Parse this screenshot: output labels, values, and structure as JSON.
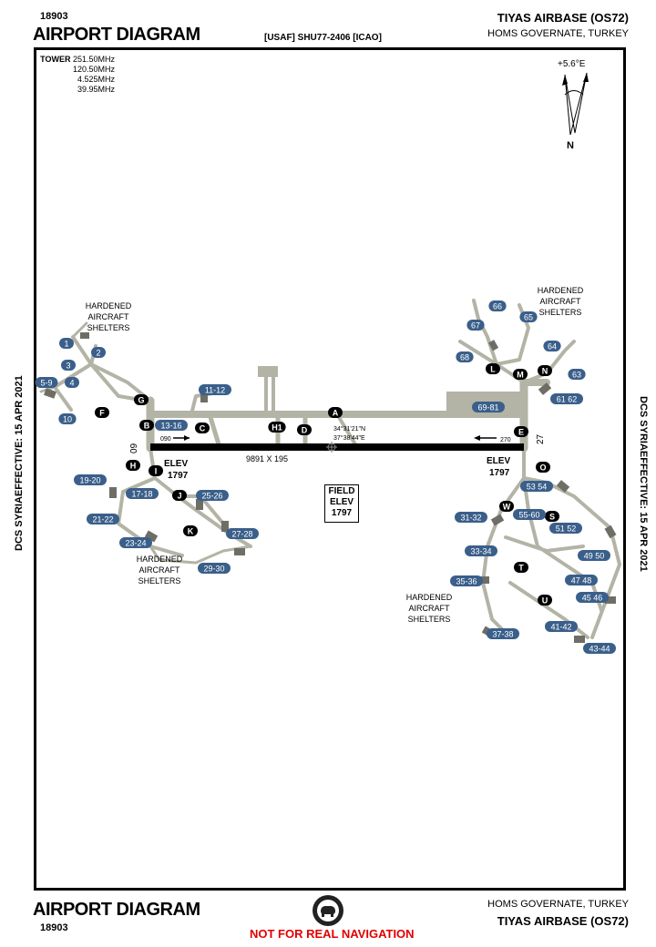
{
  "header": {
    "procedure_number": "18903",
    "title": "AIRPORT DIAGRAM",
    "ident_line": "[USAF] SHU77-2406 [ICAO]",
    "airport_name": "TIYAS AIRBASE (OS72)",
    "location": "HOMS GOVERNATE, TURKEY"
  },
  "footer": {
    "procedure_number": "18903",
    "title": "AIRPORT DIAGRAM",
    "location": "HOMS GOVERNATE, TURKEY",
    "airport_name": "TIYAS AIRBASE (OS72)",
    "warning": "NOT FOR REAL NAVIGATION"
  },
  "side_labels": {
    "left": "DCS SYRIAEFFECTIVE: 15 APR 2021",
    "right": "DCS SYRIAEFFECTIVE: 15 APR 2021"
  },
  "tower": {
    "label": "TOWER",
    "frequencies": [
      "251.50MHz",
      "120.50MHz",
      "4.525MHz",
      "39.95MHz"
    ]
  },
  "north_arrow": {
    "variation": "+5.6°E",
    "north_label": "N"
  },
  "runway": {
    "dimensions": "9891 X 195",
    "end_west_number": "09",
    "end_east_number": "27",
    "heading_west": "090",
    "heading_east": "270",
    "elev_label": "ELEV",
    "elev_west": "1797",
    "elev_east": "1797",
    "coords_lat": "34°31'21\"N",
    "coords_lon": "37°38'44\"E"
  },
  "field_elev": {
    "line1": "FIELD",
    "line2": "ELEV",
    "value": "1797"
  },
  "shelter_labels": [
    [
      "HARDENED",
      "AIRCRAFT",
      "SHELTERS"
    ],
    [
      "HARDENED",
      "AIRCRAFT",
      "SHELTERS"
    ],
    [
      "HARDENED",
      "AIRCRAFT",
      "SHELTERS"
    ],
    [
      "HARDENED",
      "AIRCRAFT",
      "SHELTERS"
    ]
  ],
  "taxiways": [
    "A",
    "B",
    "C",
    "D",
    "E",
    "F",
    "G",
    "H",
    "I",
    "J",
    "K",
    "L",
    "M",
    "N",
    "O",
    "S",
    "T",
    "U",
    "W",
    "H1"
  ],
  "parking_spots": [
    "1",
    "2",
    "3",
    "4",
    "5-9",
    "10",
    "11-12",
    "13-16",
    "17-18",
    "19-20",
    "21-22",
    "23-24",
    "25-26",
    "27-28",
    "29-30",
    "31-32",
    "33-34",
    "35-36",
    "37-38",
    "41-42",
    "43-44",
    "45 46",
    "47 48",
    "49 50",
    "51 52",
    "53 54",
    "55-60",
    "61 62",
    "63",
    "64",
    "65",
    "66",
    "67",
    "68",
    "69-81"
  ],
  "colors": {
    "pavement": "#b3b3a6",
    "runway": "#000000",
    "spot_fill": "#3a5f8a",
    "shelter": "#6e6e66",
    "warning": "#e00000"
  }
}
